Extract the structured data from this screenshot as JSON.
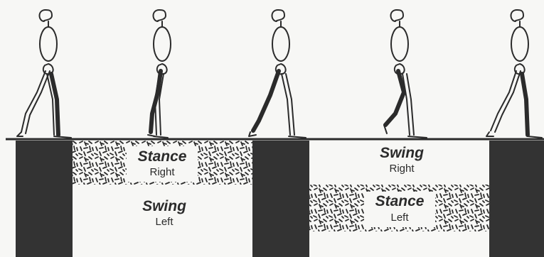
{
  "diagram": {
    "figure_count": 5,
    "colors": {
      "background": "#f7f7f5",
      "ink": "#2b2b2b",
      "double_support": "#333333",
      "texture": "#2b2b2b"
    },
    "blocks": [
      {
        "id": "stance-right",
        "phase": "Stance",
        "side": "Right",
        "textured": true
      },
      {
        "id": "swing-left",
        "phase": "Swing",
        "side": "Left",
        "textured": false
      },
      {
        "id": "swing-right",
        "phase": "Swing",
        "side": "Right",
        "textured": false
      },
      {
        "id": "stance-left",
        "phase": "Stance",
        "side": "Left",
        "textured": true
      }
    ],
    "double_support_bars": 3
  }
}
